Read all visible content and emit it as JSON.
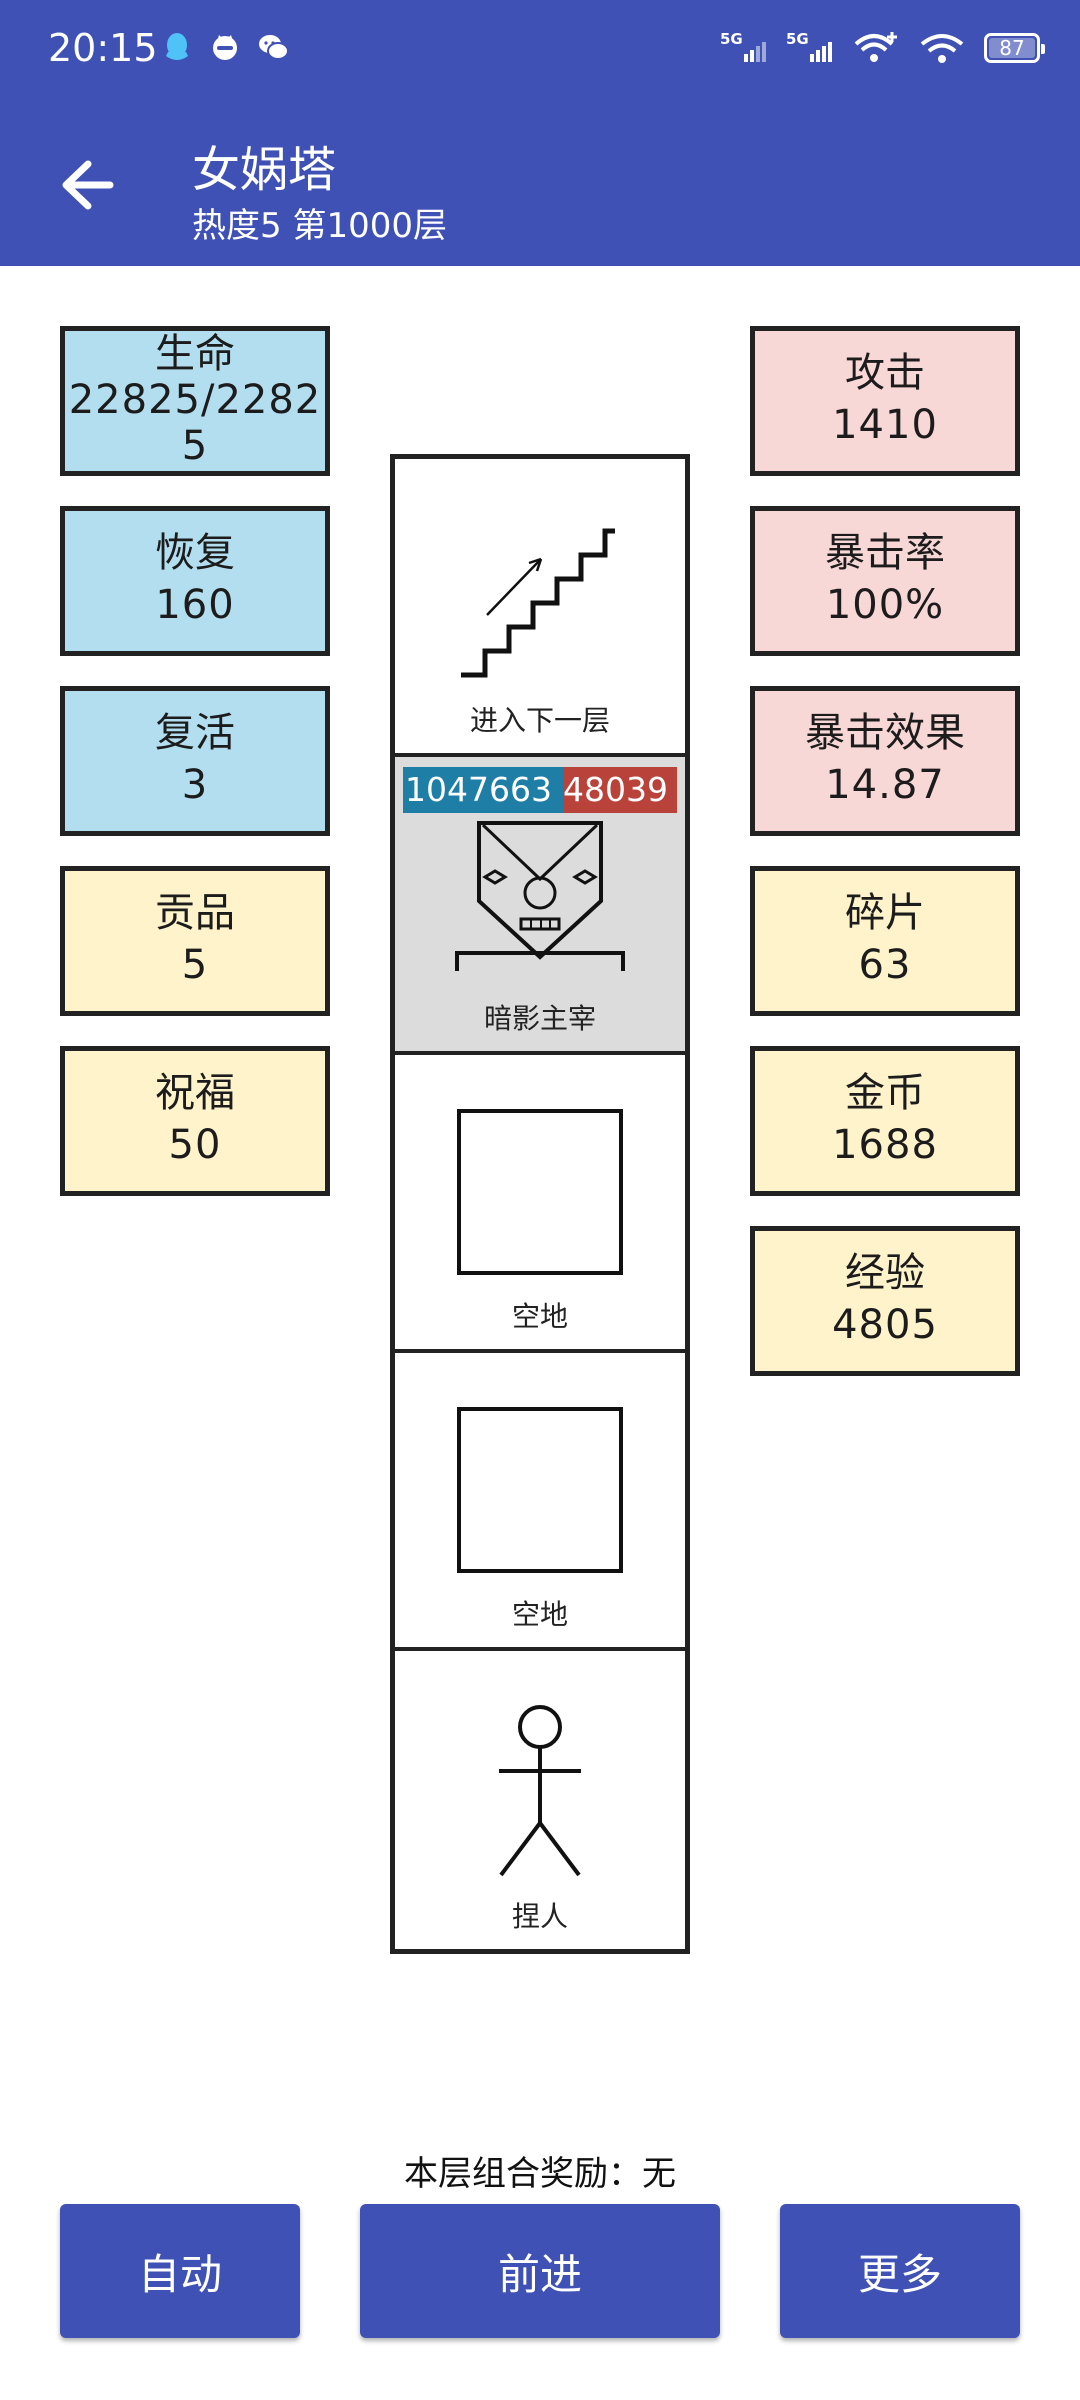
{
  "status_bar": {
    "time": "20:15",
    "left_icons": [
      "qq-icon",
      "cat-app-icon",
      "wechat-icon"
    ],
    "right_icons": [
      "signal-5g-1-icon",
      "signal-5g-2-icon",
      "wifi-plus-icon",
      "wifi-icon"
    ],
    "battery": "87",
    "battery_level": 0.87
  },
  "app_bar": {
    "title": "女娲塔",
    "subtitle": "热度5 第1000层"
  },
  "left_stats": [
    {
      "label": "生命",
      "value": "22825/22825"
    },
    {
      "label": "恢复",
      "value": "160"
    },
    {
      "label": "复活",
      "value": "3"
    },
    {
      "label": "贡品",
      "value": "5"
    },
    {
      "label": "祝福",
      "value": "50"
    }
  ],
  "right_stats": [
    {
      "label": "攻击",
      "value": "1410"
    },
    {
      "label": "暴击率",
      "value": "100%"
    },
    {
      "label": "暴击效果",
      "value": "14.87"
    },
    {
      "label": "碎片",
      "value": "63"
    },
    {
      "label": "金币",
      "value": "1688"
    },
    {
      "label": "经验",
      "value": "4805"
    }
  ],
  "tower": {
    "cells": [
      {
        "type": "stairs",
        "label": "进入下一层"
      },
      {
        "type": "boss",
        "label": "暗影主宰",
        "hp": "1047663",
        "attack": "48039"
      },
      {
        "type": "empty",
        "label": "空地"
      },
      {
        "type": "empty",
        "label": "空地"
      },
      {
        "type": "player",
        "label": "捏人"
      }
    ]
  },
  "footer": {
    "combo_reward": "本层组合奖励：无",
    "buttons": {
      "auto": "自动",
      "forward": "前进",
      "more": "更多"
    }
  },
  "colors": {
    "primary": "#3f51b5",
    "card_blue": "#b3def0",
    "card_pink": "#f8d8d6",
    "card_cream": "#fff3cc",
    "boss_bg": "#dcdcdc",
    "hp_blue": "#1f7ea6",
    "hp_red": "#b9423b"
  }
}
